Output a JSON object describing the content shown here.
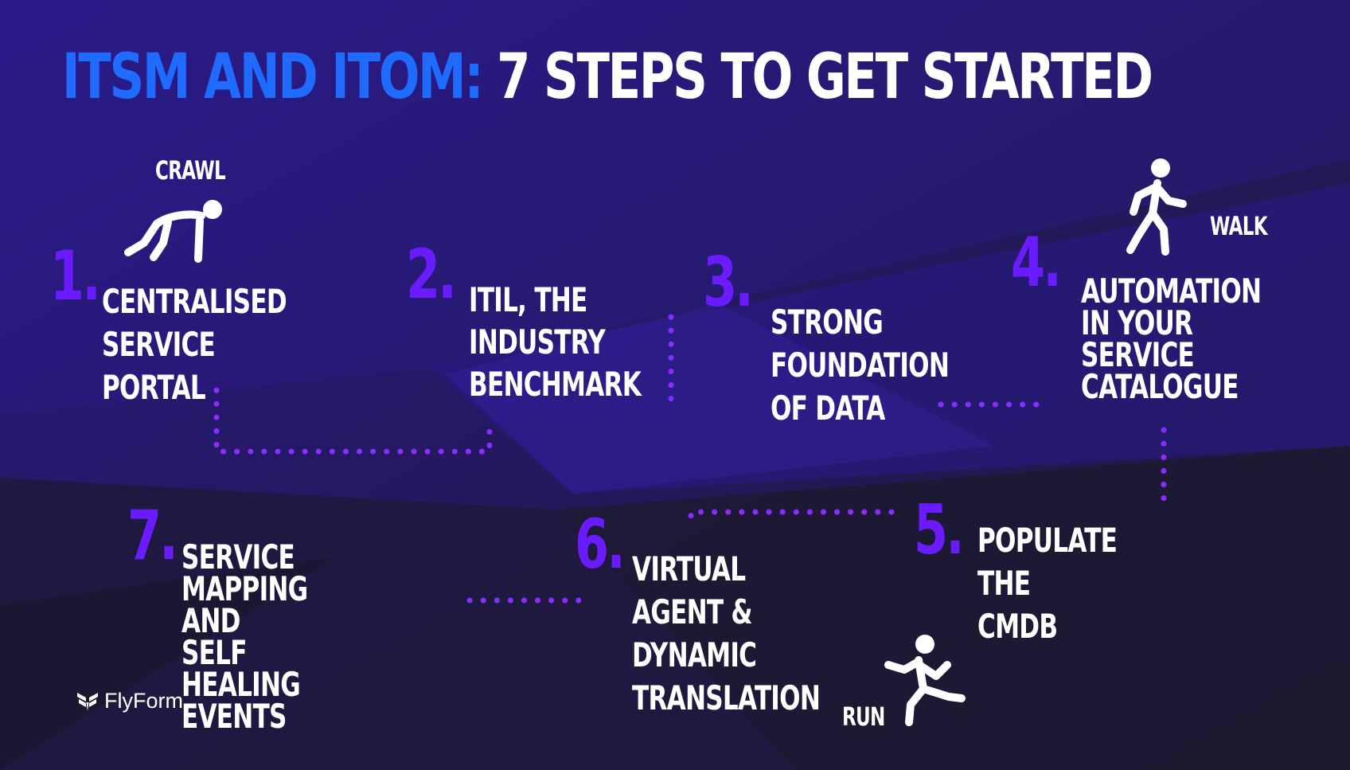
{
  "title": {
    "highlight": "ITSM AND ITOM:",
    "rest": "7 STEPS TO GET STARTED"
  },
  "stages": {
    "crawl": "CRAWL",
    "walk": "WALK",
    "run": "RUN"
  },
  "steps": [
    {
      "num": "1.",
      "label": "CENTRALISED\nSERVICE PORTAL"
    },
    {
      "num": "2.",
      "label": "ITIL, THE\nINDUSTRY\nBENCHMARK"
    },
    {
      "num": "3.",
      "label": "STRONG\nFOUNDATION\nOF DATA"
    },
    {
      "num": "4.",
      "label": "AUTOMATION\nIN YOUR\nSERVICE\nCATALOGUE"
    },
    {
      "num": "5.",
      "label": "POPULATE THE\nCMDB"
    },
    {
      "num": "6.",
      "label": "VIRTUAL AGENT &\nDYNAMIC\nTRANSLATION"
    },
    {
      "num": "7.",
      "label": "SERVICE MAPPING\nAND SELF HEALING\nEVENTS"
    }
  ],
  "brand": {
    "name": "FlyForm"
  },
  "colors": {
    "accent_blue": "#1f6bff",
    "step_purple": "#6a1cff",
    "dots": "#8b2cff",
    "background": "#221b47"
  },
  "icons": [
    "crawl-figure-icon",
    "walk-figure-icon",
    "run-figure-icon",
    "flyform-logo-icon"
  ]
}
